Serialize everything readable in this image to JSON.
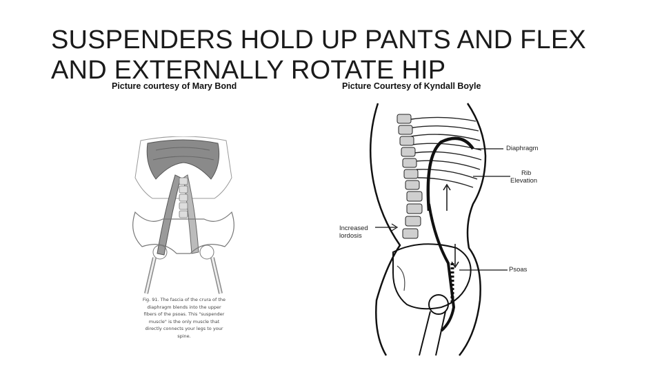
{
  "slide": {
    "title": "SUSPENDERS HOLD UP PANTS AND FLEX  AND EXTERNALLY ROTATE HIP",
    "left_caption": "Picture courtesy of Mary Bond",
    "right_caption": "Picture Courtesy of Kyndall Boyle"
  },
  "left_figure": {
    "caption": "Fig. 91. The fascia of the crura of the diaphragm blends into the upper fibers of the psoas. This \"suspender muscle\" is the only muscle that directly connects your legs to your spine."
  },
  "right_figure": {
    "labels": {
      "diaphragm": "Diaphragm",
      "rib_elevation_1": "Rib",
      "rib_elevation_2": "Elevation",
      "lordosis_1": "Increased",
      "lordosis_2": "lordosis",
      "psoas": "Psoas"
    }
  }
}
